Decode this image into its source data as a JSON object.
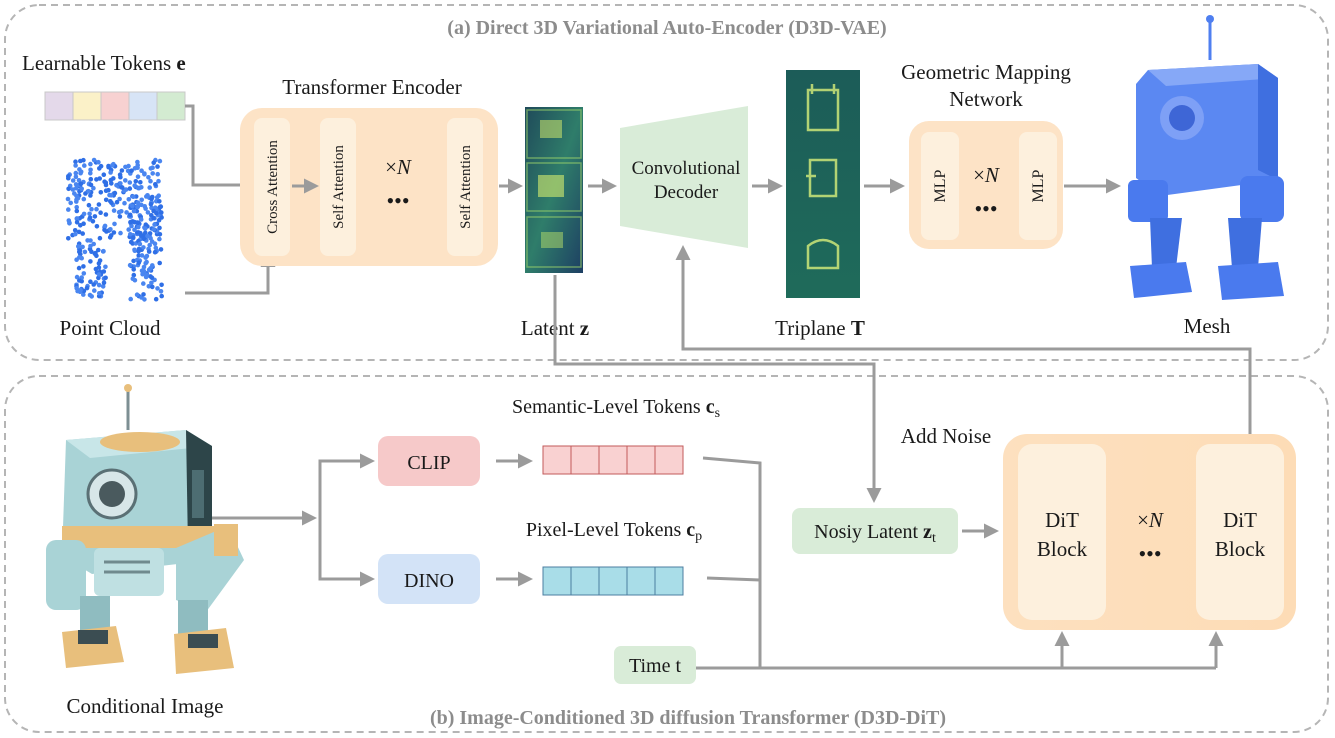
{
  "panels": {
    "vae_title": "(a) Direct 3D Variational Auto-Encoder (D3D-VAE)",
    "dit_title": "(b) Image-Conditioned 3D diffusion Transformer (D3D-DiT)"
  },
  "vae": {
    "learnable_tokens": "Learnable Tokens",
    "learnable_tokens_symbol": "e",
    "point_cloud": "Point Cloud",
    "transformer_encoder": "Transformer Encoder",
    "cross_attention": "Cross Attention",
    "self_attention": "Self Attention",
    "times_n": "×N",
    "ellipsis": "•••",
    "latent": "Latent",
    "latent_symbol": "z",
    "conv_decoder_line1": "Convolutional",
    "conv_decoder_line2": "Decoder",
    "triplane": "Triplane",
    "triplane_symbol": "T",
    "gmn_line1": "Geometric Mapping",
    "gmn_line2": "Network",
    "mlp": "MLP",
    "mesh": "Mesh"
  },
  "dit": {
    "conditional_image": "Conditional Image",
    "clip": "CLIP",
    "dino": "DINO",
    "semantic_tokens": "Semantic-Level Tokens",
    "semantic_symbol": "c",
    "semantic_sub": "s",
    "pixel_tokens": "Pixel-Level Tokens",
    "pixel_symbol": "c",
    "pixel_sub": "p",
    "add_noise": "Add Noise",
    "noisy_latent": "Nosiy Latent",
    "noisy_symbol": "z",
    "noisy_sub": "t",
    "dit_block_line1": "DiT",
    "dit_block_line2": "Block",
    "time": "Time",
    "time_symbol": "t"
  },
  "colors": {
    "token_colors": [
      "#e4d9ea",
      "#fbf1c8",
      "#f7d1d1",
      "#d7e4f6",
      "#d3ebd1"
    ],
    "encoder_fill": "#fde3c6",
    "inner_block": "#fdf0dd",
    "decoder_fill": "#d9ecd8",
    "clip_fill": "#f6c9c9",
    "dino_fill": "#d3e3f7",
    "clip_tokens": "#f9d1d1",
    "dino_tokens": "#a9dde8",
    "mesh_blue": "#4f7ff0",
    "robot_teal": "#a9d3d6",
    "robot_tan": "#e8bf7c",
    "arrow": "#9b9b9b"
  }
}
